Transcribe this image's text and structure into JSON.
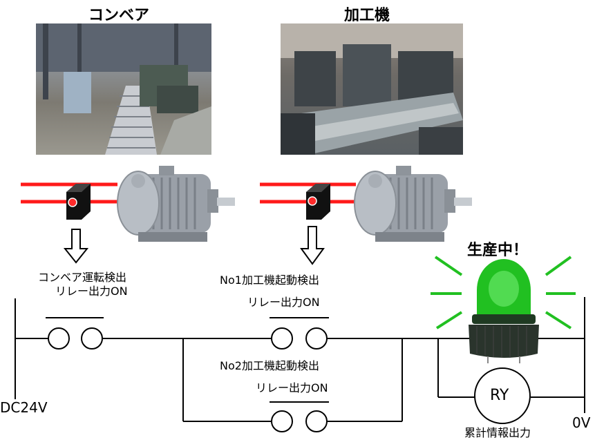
{
  "conveyor_section": {
    "title": "コンベア",
    "detect_label_line1": "コンベア運転検出",
    "detect_label_line2": "リレー出力ON"
  },
  "machine_section": {
    "title": "加工機",
    "detect1_line1": "No1加工機起動検出",
    "detect1_line2": "リレー出力ON",
    "detect2_line1": "No2加工機起動検出",
    "detect2_line2": "リレー出力ON"
  },
  "indicator": {
    "status_text": "生産中！",
    "lamp_color": "#2ecc2e"
  },
  "circuit": {
    "supply_label": "DC24V",
    "ground_label": "0V",
    "relay_coil_label": "RY",
    "relay_caption": "累計情報出力"
  },
  "colors": {
    "beam": "#ff1a1a",
    "lamp": "#21c021",
    "motor": "#9aa0a8"
  },
  "icons": [
    "conveyor-photo",
    "machine-photo",
    "motor-icon",
    "photo-sensor-icon",
    "down-arrow-icon",
    "warning-lamp-icon",
    "contact-icon",
    "relay-coil-icon"
  ]
}
